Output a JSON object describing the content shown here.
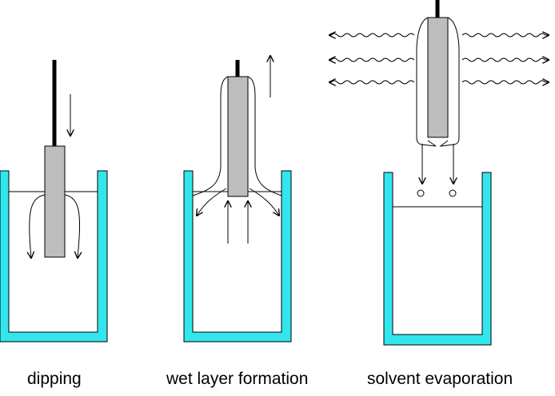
{
  "colors": {
    "beaker": "#33e6ee",
    "substrate": "#bdbdbd",
    "line": "#000000",
    "background": "#ffffff"
  },
  "steps": [
    {
      "label": "dipping"
    },
    {
      "label": "wet layer formation"
    },
    {
      "label": "solvent evaporation"
    }
  ]
}
